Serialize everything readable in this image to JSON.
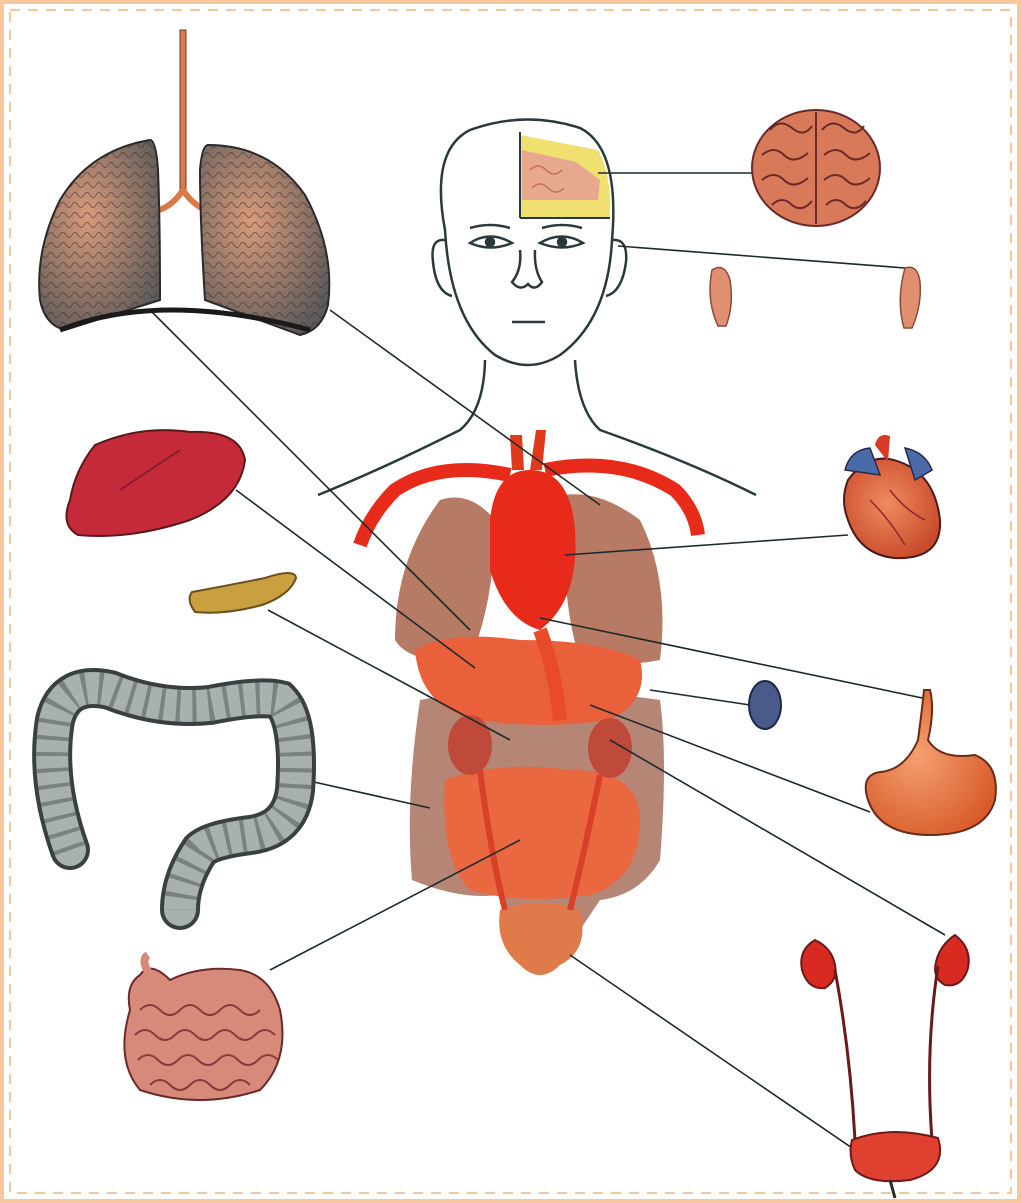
{
  "figure": {
    "description_text": "",
    "organs": [
      {
        "id": "lungs",
        "icon": "lungs-icon"
      },
      {
        "id": "brain",
        "icon": "brain-icon"
      },
      {
        "id": "ears",
        "icon": "ear-icon"
      },
      {
        "id": "liver",
        "icon": "liver-icon"
      },
      {
        "id": "heart",
        "icon": "heart-icon"
      },
      {
        "id": "pancreas",
        "icon": "pancreas-icon"
      },
      {
        "id": "spleen",
        "icon": "spleen-icon"
      },
      {
        "id": "large-intestine",
        "icon": "large-intestine-icon"
      },
      {
        "id": "stomach",
        "icon": "stomach-icon"
      },
      {
        "id": "small-intestine",
        "icon": "small-intestine-icon"
      },
      {
        "id": "urinary-system",
        "icon": "kidneys-bladder-icon"
      }
    ],
    "colors": {
      "frame_border": "#f6c79b",
      "background": "#ffffff",
      "outline": "#2a3a3a",
      "leader_line": "#1e2a2a",
      "lung": "#8a6a5a",
      "heart_red": "#e82a1a",
      "organ_orange": "#e9603a",
      "torso_brown": "#b77a64",
      "intestine_gray": "#8a9090",
      "small_intestine": "#c86a5a",
      "liver": "#c42a3a",
      "pancreas": "#c8a040",
      "spleen": "#4a5a8a",
      "kidney": "#d82a20",
      "brain_patch_yellow": "#f0e070"
    }
  }
}
